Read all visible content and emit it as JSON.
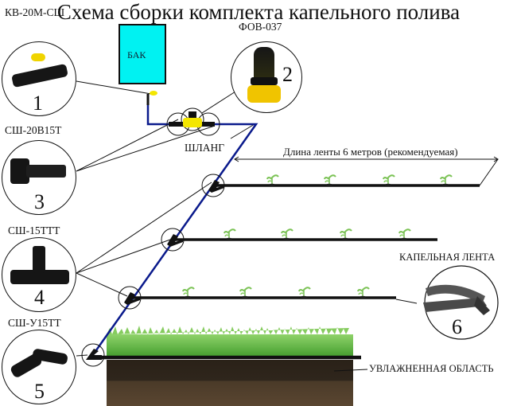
{
  "title": "Схема сборки комплекта капельного полива",
  "tank": {
    "label": "БАК",
    "color": "#00f2f2"
  },
  "hose": {
    "label": "ШЛАНГ",
    "color": "#0a1a8c"
  },
  "tape_length_note": "Длина ленты 6 метров (рекомендуемая)",
  "drip_tape_label": "КАПЕЛЬНАЯ ЛЕНТА",
  "moist_zone_label": "УВЛАЖНЕННАЯ ОБЛАСТЬ",
  "parts": [
    {
      "number": "1",
      "code": "КВ-20М-СШ",
      "desc": "tap-valve"
    },
    {
      "number": "2",
      "code": "ФОВ-037",
      "desc": "water-filter"
    },
    {
      "number": "3",
      "code": "СШ-20В15Т",
      "desc": "adapter"
    },
    {
      "number": "4",
      "code": "СШ-15ТТТ",
      "desc": "tee-connector"
    },
    {
      "number": "5",
      "code": "СШ-У15ТТ",
      "desc": "elbow-connector"
    },
    {
      "number": "6",
      "code": "",
      "desc": "drip-tape"
    }
  ],
  "rows": [
    {
      "plants": 4
    },
    {
      "plants": 4
    },
    {
      "plants": 4
    }
  ]
}
